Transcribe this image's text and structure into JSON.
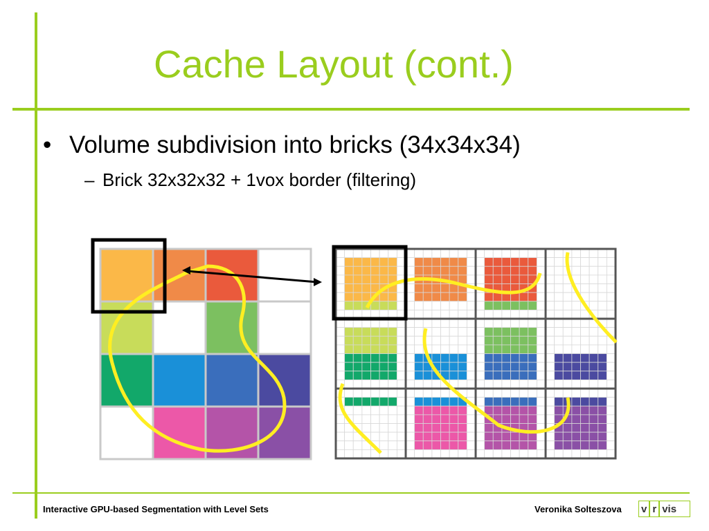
{
  "slide": {
    "title": "Cache Layout (cont.)",
    "bullets": [
      {
        "marker": "•",
        "text": "Volume subdivision into bricks (34x34x34)"
      },
      {
        "marker": "–",
        "text": "Brick 32x32x32 + 1vox border (filtering)"
      }
    ]
  },
  "footer": {
    "left": "Interactive GPU-based Segmentation with Level Sets",
    "right": "Veronika Solteszova",
    "logo": [
      "v",
      "r",
      "vis"
    ]
  },
  "colors": {
    "accent": "#9acd1e",
    "contour": "#ffee22",
    "grid": [
      [
        "#fbb848",
        "#f08a48",
        "#ea5a3c",
        "#ffffff"
      ],
      [
        "#c8dc5a",
        "#ffffff",
        "#7cc060",
        "#ffffff"
      ],
      [
        "#12a86a",
        "#1a90d8",
        "#3a6ebc",
        "#4b4aa0"
      ],
      [
        "#ffffff",
        "#ec58a8",
        "#b454a8",
        "#8a50a6"
      ]
    ]
  }
}
